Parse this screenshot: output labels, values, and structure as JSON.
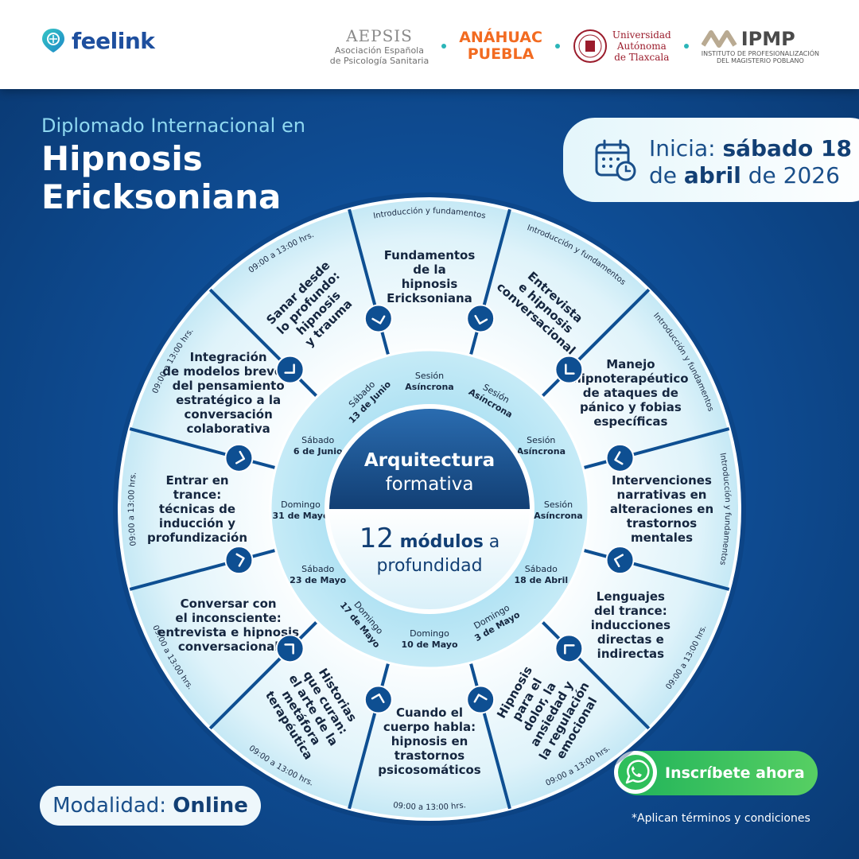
{
  "header": {
    "brand": "feelink",
    "partners": {
      "aepsis_title": "AEPSIS",
      "aepsis_sub1": "Asociación Española",
      "aepsis_sub2": "de Psicología Sanitaria",
      "anahuac1": "ANÁHUAC",
      "anahuac2": "PUEBLA",
      "uat1": "Universidad",
      "uat2": "Autónoma",
      "uat3": "de Tlaxcala",
      "ipmp": "IPMP",
      "ipmp_sub1": "INSTITUTO DE PROFESIONALIZACIÓN",
      "ipmp_sub2": "DEL MAGISTERIO POBLANO"
    }
  },
  "title": {
    "small": "Diplomado Internacional en",
    "line1": "Hipnosis",
    "line2": "Ericksoniana"
  },
  "start": {
    "prefix": "Inicia: ",
    "day": "sábado 18",
    "de1": "de ",
    "month": "abril",
    "year": " de 2026"
  },
  "center": {
    "top1": "Arquitectura",
    "top2": "formativa",
    "num": "12",
    "mod": " módulos",
    "a": " a",
    "bottom2": "profundidad"
  },
  "modules": [
    {
      "title": [
        "Fundamentos",
        "de la",
        "hipnosis",
        "Ericksoniana"
      ],
      "outer": "Introducción y fundamentos",
      "session": [
        "Sesión",
        "Asíncrona"
      ]
    },
    {
      "title": [
        "Entrevista",
        "e hipnosis",
        "conversacional"
      ],
      "outer": "Introducción y fundamentos",
      "session": [
        "Sesión",
        "Asíncrona"
      ]
    },
    {
      "title": [
        "Manejo",
        "hipnoterapéutico",
        "de ataques de",
        "pánico y fobias",
        "específicas"
      ],
      "outer": "Introducción y fundamentos",
      "session": [
        "Sesión",
        "Asíncrona"
      ]
    },
    {
      "title": [
        "Intervenciones",
        "narrativas en",
        "alteraciones en",
        "trastornos",
        "mentales"
      ],
      "outer": "Introducción y fundamentos",
      "session": [
        "Sesión",
        "Asíncrona"
      ]
    },
    {
      "title": [
        "Lenguajes",
        "del trance:",
        "inducciones",
        "directas e",
        "indirectas"
      ],
      "outer": "09:00 a 13:00 hrs.",
      "session": [
        "Sábado",
        "18 de Abril"
      ]
    },
    {
      "title": [
        "Hipnosis",
        "para el",
        "dolor, la",
        "ansiedad y",
        "la regulación",
        "emocional"
      ],
      "outer": "09:00 a 13:00 hrs.",
      "session": [
        "Domingo",
        "3 de Mayo"
      ]
    },
    {
      "title": [
        "Cuando el",
        "cuerpo habla:",
        "hipnosis en",
        "trastornos",
        "psicosomáticos"
      ],
      "outer": "09:00 a 13:00 hrs.",
      "session": [
        "Domingo",
        "10 de Mayo"
      ]
    },
    {
      "title": [
        "Historias",
        "que curan:",
        "el arte de la",
        "metáfora",
        "terapéutica"
      ],
      "outer": "09:00 a 13:00 hrs.",
      "session": [
        "Domingo",
        "17 de Mayo"
      ]
    },
    {
      "title": [
        "Conversar con",
        "el inconsciente:",
        "entrevista e hipnosis",
        "conversacional"
      ],
      "outer": "09:00 a 13:00 hrs.",
      "session": [
        "Sábado",
        "23 de Mayo"
      ]
    },
    {
      "title": [
        "Entrar en",
        "trance:",
        "técnicas de",
        "inducción y",
        "profundización"
      ],
      "outer": "09:00 a 13:00 hrs.",
      "session": [
        "Domingo",
        "31 de Mayo"
      ]
    },
    {
      "title": [
        "Integración",
        "de modelos breves:",
        "del pensamiento",
        "estratégico a la",
        "conversación",
        "colaborativa"
      ],
      "outer": "09:00 a 13:00 hrs.",
      "session": [
        "Sábado",
        "6 de Junio"
      ]
    },
    {
      "title": [
        "Sanar desde",
        "lo profundo:",
        "hipnosis",
        "y trauma"
      ],
      "outer": "09:00 a 13:00 hrs.",
      "session": [
        "Sábado",
        "13 de Junio"
      ]
    }
  ],
  "footer": {
    "modalidad_label": "Modalidad: ",
    "modalidad_value": "Online",
    "cta": "Inscríbete ahora",
    "terms": "*Aplican términos y condiciones"
  },
  "colors": {
    "navy": "#123f74",
    "accent_teal": "#2bb5b8",
    "cta_green": "#2fbf5b"
  },
  "icons": [
    "feelink-logo-icon",
    "calendar-clock-icon",
    "chevron-icon",
    "whatsapp-icon",
    "uat-seal-icon",
    "ipmp-logo-icon"
  ]
}
